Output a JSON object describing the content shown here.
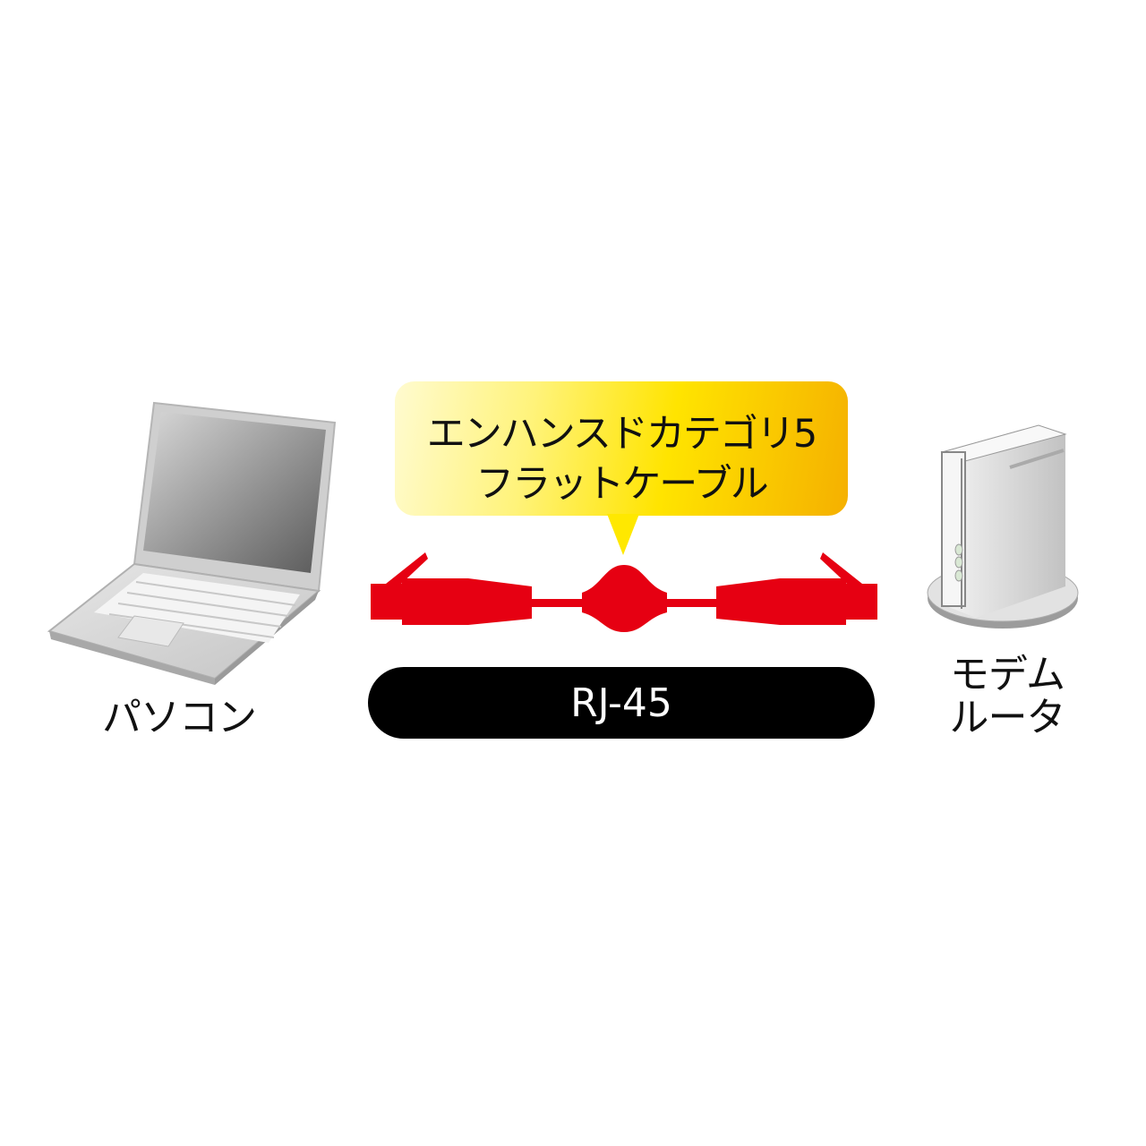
{
  "bubble": {
    "line1": "エンハンスドカテゴリ5",
    "line2": "フラットケーブル"
  },
  "connector": {
    "label": "RJ-45"
  },
  "devices": {
    "pc": "パソコン",
    "router_line1": "モデム",
    "router_line2": "ルータ"
  },
  "colors": {
    "cable": "#e60012",
    "pill": "#000000",
    "bubble_start": "#fffbd0",
    "bubble_end": "#f5b000"
  }
}
